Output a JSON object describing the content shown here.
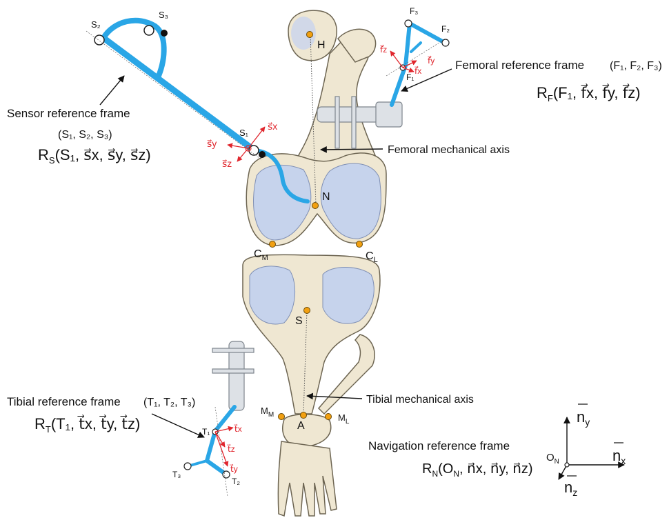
{
  "sensor_frame": {
    "caption": "Sensor reference frame",
    "points": "(S₁, S₂, S₃)",
    "frame": "R",
    "sub": "S",
    "args": "(S₁, s⃗x, s⃗y, s⃗z)"
  },
  "femoral_frame": {
    "caption": "Femoral reference frame",
    "points": "(F₁, F₂, F₃)",
    "frame": "R",
    "sub": "F",
    "args": "(F₁, f⃗x, f⃗y, f⃗z)"
  },
  "tibial_frame": {
    "caption": "Tibial reference frame",
    "points": "(T₁, T₂, T₃)",
    "frame": "R",
    "sub": "T",
    "args": "(T₁, t⃗x, t⃗y, t⃗z)"
  },
  "navigation_frame": {
    "caption": "Navigation reference frame",
    "frame": "R",
    "sub": "N",
    "args": "(O",
    "args_sub": "N",
    "args_rest": ", n⃗x, n⃗y, n⃗z)",
    "origin": "O",
    "origin_sub": "N",
    "nx": "n",
    "nx_sub": "x",
    "ny": "n",
    "ny_sub": "y",
    "nz": "n",
    "nz_sub": "z"
  },
  "axes": {
    "femoral": "Femoral mechanical axis",
    "tibial": "Tibial mechanical axis"
  },
  "anatomical_points": {
    "H": "H",
    "N": "N",
    "CM": "C",
    "CM_sub": "M",
    "CL": "C",
    "CL_sub": "L",
    "S": "S",
    "MM": "M",
    "MM_sub": "M",
    "ML": "M",
    "ML_sub": "L",
    "A": "A"
  },
  "sensor_points": {
    "S1": "S₁",
    "S2": "S₂",
    "S3": "S₃",
    "sx": "s⃗x",
    "sy": "s⃗y",
    "sz": "s⃗z"
  },
  "femoral_points": {
    "F1": "F₁",
    "F2": "F₂",
    "F3": "F₃",
    "fx": "f⃗x",
    "fy": "f⃗y",
    "fz": "f⃗z"
  },
  "tibial_points": {
    "T1": "T₁",
    "T2": "T₂",
    "T3": "T₃",
    "tx": "t⃗x",
    "ty": "t⃗y",
    "tz": "t⃗z"
  },
  "colors": {
    "tracker_blue": "#2aa6e6",
    "landmark_orange": "#f2a011",
    "vector_red": "#e0262d",
    "bone": "#efe7d2",
    "cartilage": "#c6d3ec"
  }
}
